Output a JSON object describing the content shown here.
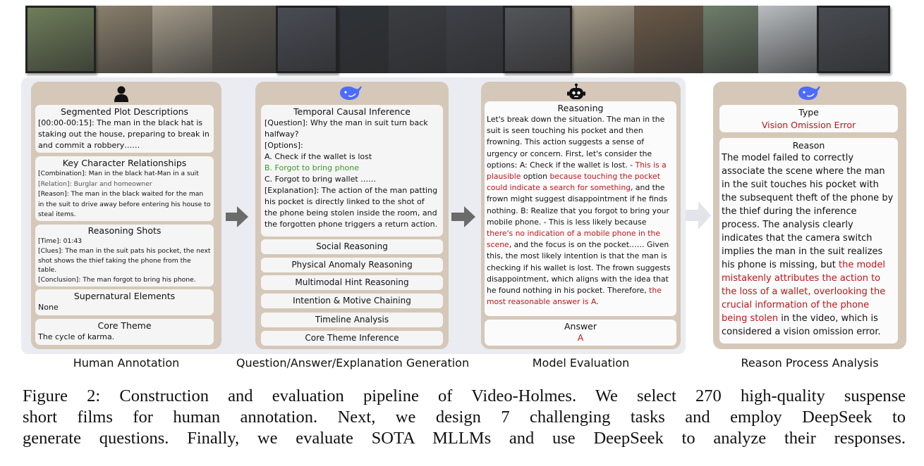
{
  "film_strip": {
    "frames": [
      {
        "name": "frame-man-in-hat",
        "color": "#6f7e5a"
      },
      {
        "name": "frame-cigarette-butts",
        "color": "#8a7f6c"
      },
      {
        "name": "frame-cigarettes-floor",
        "color": "#a39a8a"
      },
      {
        "name": "frame-boot-stomp",
        "color": "#5e5a52"
      },
      {
        "name": "frame-man-in-car",
        "color": "#4a4c55"
      },
      {
        "name": "frame-man-in-suit-car",
        "color": "#2f3338"
      },
      {
        "name": "frame-phone-on-seat",
        "color": "#3b3d42"
      },
      {
        "name": "frame-man-driving",
        "color": "#3e4148"
      },
      {
        "name": "frame-man-glasses",
        "color": "#54555a"
      },
      {
        "name": "frame-house-door",
        "color": "#a69c8a"
      },
      {
        "name": "frame-thief-leaving",
        "color": "#6a5a48"
      },
      {
        "name": "frame-street-houses",
        "color": "#6e7d6a"
      },
      {
        "name": "frame-car-window",
        "color": "#b8bcc0"
      },
      {
        "name": "frame-man-turning",
        "color": "#484c52"
      }
    ]
  },
  "human_annotation": {
    "icon": "person-icon",
    "segmented": {
      "title": "Segmented Plot Descriptions",
      "text": "[00:00-00:15]: The man in the black hat is staking out the house, preparing to break in and commit a robbery……"
    },
    "relationships": {
      "title": "Key Character Relationships",
      "lines": [
        "[Combination]: Man in the black hat-Man in a suit",
        "[Relation]: Burglar and homeowner",
        "[Reason]: The man in the black waited for the man in the suit to drive away before entering his house to steal items."
      ]
    },
    "shots": {
      "title": "Reasoning Shots",
      "lines": [
        "[Time]: 01:43",
        "[Clues]: The man in the suit pats his pocket, the next shot shows the thief taking the phone from the table.",
        "[Conclusion]: The man forgot to bring his phone."
      ]
    },
    "supernatural": {
      "title": "Supernatural Elements",
      "text": "None"
    },
    "theme": {
      "title": "Core Theme",
      "text": "The cycle of karma."
    }
  },
  "qa_generation": {
    "icon": "whale-icon",
    "main": {
      "title": "Temporal Causal Inference",
      "question": "[Question]: Why the man in suit turn back halfway?",
      "options_label": "[Options]:",
      "option_a": "A. Check if the wallet is lost",
      "option_b": "B. Forgot to bring phone",
      "option_c": "C. Forgot to bring wallet ……",
      "explanation": "[Explanation]: The action of the man patting his pocket is directly linked to the shot of the phone being stolen inside the room, and the forgotten phone triggers a return action."
    },
    "tasks": [
      "Social Reasoning",
      "Physical Anomaly Reasoning",
      "Multimodal Hint Reasoning",
      "Intention & Motive Chaining",
      "Timeline Analysis",
      "Core Theme Inference"
    ]
  },
  "model_evaluation": {
    "icon": "robot-icon",
    "reasoning_title": "Reasoning",
    "reasoning": [
      {
        "t": "Let's break down the situation. The man in the suit is seen touching his pocket and then frowning. This action suggests a sense of urgency or concern. First, let's consider the options: A: Check if the wallet is lost. - ",
        "red": false
      },
      {
        "t": "This is a plausible",
        "red": true
      },
      {
        "t": " option ",
        "red": false
      },
      {
        "t": "because touching the pocket could indicate a search for something",
        "red": true
      },
      {
        "t": ", and the frown might suggest disappointment if he finds nothing. B: Realize that you forgot to bring your mobile phone. - This is less likely because ",
        "red": false
      },
      {
        "t": "there's no indication of a mobile phone in the scene",
        "red": true
      },
      {
        "t": ", and the focus is on the pocket…… Given this, the most likely intention is that the man is checking if his wallet is lost. The frown suggests disappointment, which aligns with the idea that he found nothing in his pocket. Therefore, ",
        "red": false
      },
      {
        "t": "the most reasonable answer is A",
        "red": true
      },
      {
        "t": ".",
        "red": false
      }
    ],
    "answer_title": "Answer",
    "answer": "A"
  },
  "reason_analysis": {
    "icon": "whale-icon",
    "type_title": "Type",
    "type_value": "Vision Omission Error",
    "reason_title": "Reason",
    "reason": [
      {
        "t": "The model failed to correctly associate the scene where the man in the suit touches his pocket with the subsequent theft of the phone by the thief during the inference process. The analysis clearly indicates that the camera switch implies the man in the suit realizes his phone is missing, but ",
        "red": false
      },
      {
        "t": "the model mistakenly attributes the action to the loss of a wallet, overlooking the crucial information of the phone being stolen",
        "red": true
      },
      {
        "t": " in the video, which is considered a vision omission error.",
        "red": false
      }
    ]
  },
  "labels": {
    "human": "Human Annotation",
    "qa": "Question/Answer/Explanation Generation",
    "eval": "Model Evaluation",
    "analysis": "Reason Process Analysis"
  },
  "caption": {
    "line1": "Figure 2: Construction and evaluation pipeline of Video-Holmes. We select 270 high-quality suspense",
    "line2": "short films for human annotation. Next, we design 7 challenging tasks and employ DeepSeek to",
    "line3": "generate questions. Finally, we evaluate SOTA MLLMs and use DeepSeek to analyze their responses."
  },
  "colors": {
    "panel": "#d5c8b8",
    "box": "#f5f5f5",
    "highlight_red": "#c0141a",
    "highlight_green": "#3a9a2a",
    "deepseek_blue": "#4d6bfe"
  }
}
